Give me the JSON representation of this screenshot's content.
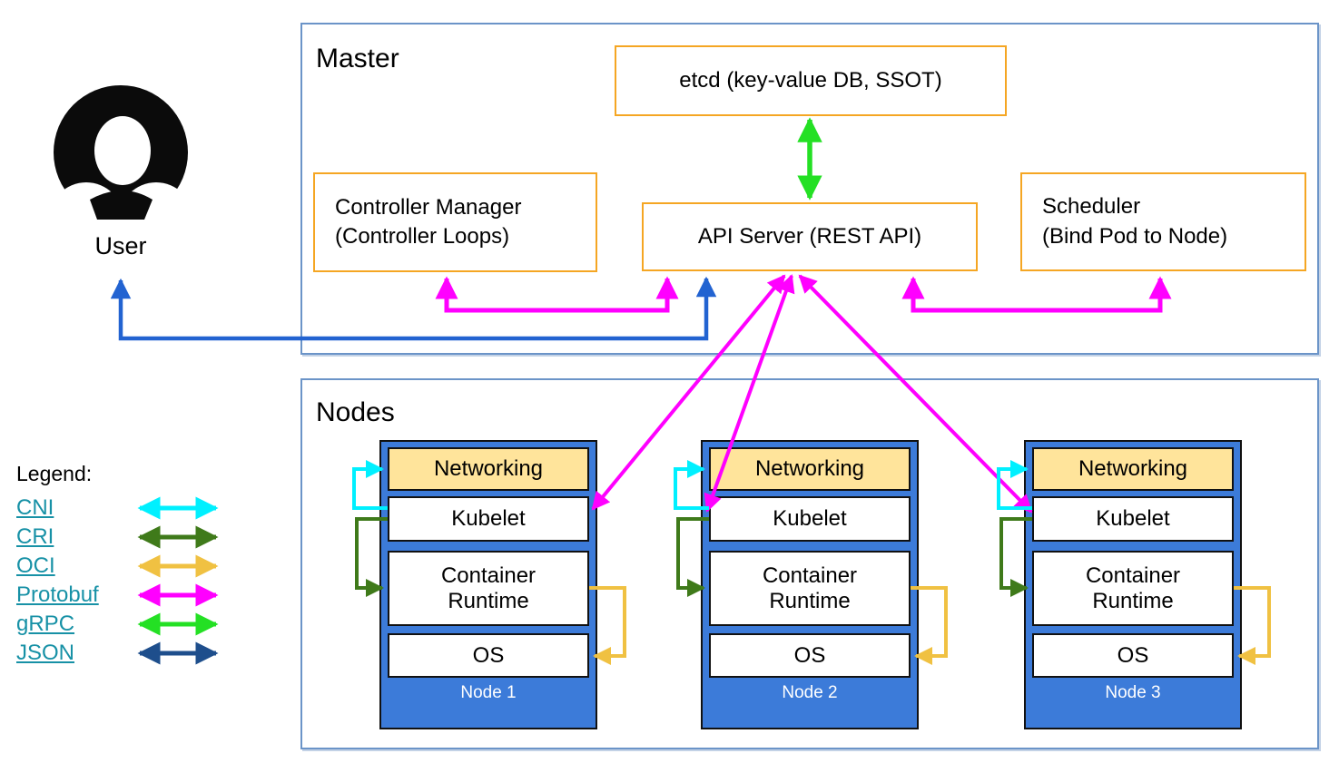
{
  "master": {
    "title": "Master",
    "etcd_label": "etcd (key-value DB, SSOT)",
    "api_server_label": "API Server (REST API)",
    "controller_manager": {
      "line1": "Controller Manager",
      "line2": "(Controller Loops)"
    },
    "scheduler": {
      "line1": "Scheduler",
      "line2": "(Bind Pod to Node)"
    }
  },
  "user": {
    "label": "User",
    "icon": "user-avatar-icon"
  },
  "nodes_section": {
    "title": "Nodes",
    "nodes": [
      {
        "name": "Node 1",
        "layers": {
          "networking": "Networking",
          "kubelet": "Kubelet",
          "container_runtime": "Container Runtime",
          "os": "OS"
        }
      },
      {
        "name": "Node 2",
        "layers": {
          "networking": "Networking",
          "kubelet": "Kubelet",
          "container_runtime": "Container Runtime",
          "os": "OS"
        }
      },
      {
        "name": "Node 3",
        "layers": {
          "networking": "Networking",
          "kubelet": "Kubelet",
          "container_runtime": "Container Runtime",
          "os": "OS"
        }
      }
    ]
  },
  "legend": {
    "title": "Legend:",
    "items": [
      {
        "label": "CNI",
        "color": "#00F0FF"
      },
      {
        "label": "CRI",
        "color": "#3F7A1A"
      },
      {
        "label": "OCI",
        "color": "#F0C142"
      },
      {
        "label": "Protobuf",
        "color": "#FF00FF"
      },
      {
        "label": "gRPC",
        "color": "#24E024"
      },
      {
        "label": "JSON",
        "color": "#1E4E8C"
      }
    ]
  },
  "colors": {
    "cni": "#00F0FF",
    "cri": "#3F7A1A",
    "oci": "#F0C142",
    "protobuf": "#FF00FF",
    "grpc": "#24E024",
    "json": "#1E4E8C",
    "user_arrow": "#2263D1",
    "orange_box_border": "#F5A623",
    "section_border": "#6B94C8",
    "node_fill": "#3C7BD9",
    "networking_fill": "#FFE49B",
    "legend_link": "#1791A6"
  }
}
